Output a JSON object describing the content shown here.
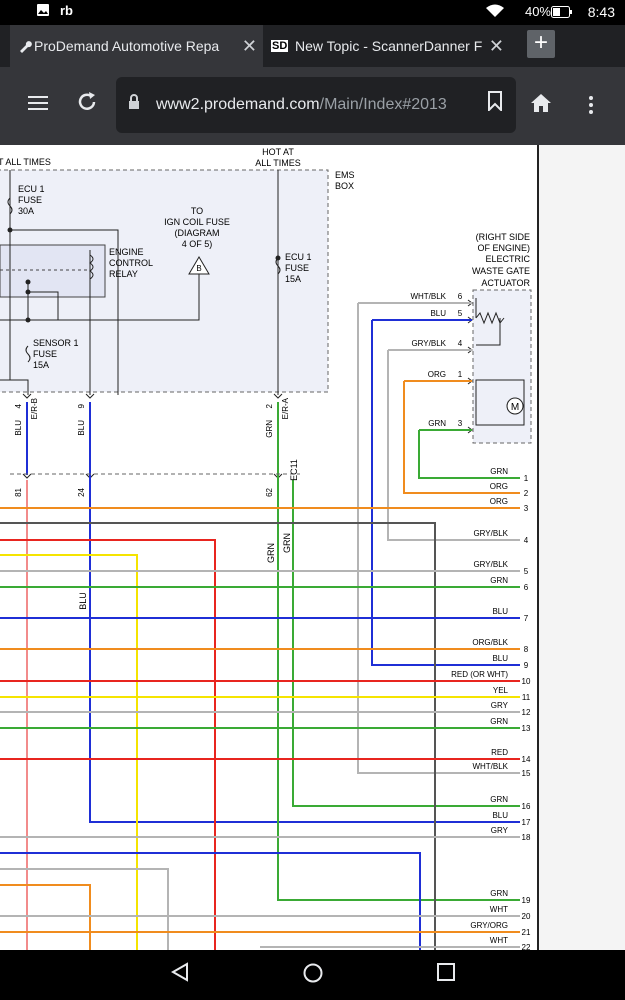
{
  "status_bar": {
    "battery": "40%",
    "time": "8:43",
    "icons": [
      "gallery-icon",
      "rb-app-icon",
      "wifi-icon",
      "battery-icon"
    ]
  },
  "tabs": [
    {
      "favicon": "wrench-icon",
      "title": "ProDemand Automotive Repa",
      "active": true
    },
    {
      "favicon": "sd-logo-icon",
      "title": "New Topic - ScannerDanner F",
      "active": false
    }
  ],
  "toolbar": {
    "url_host": "www2.prodemand.com",
    "url_path": "/Main/Index#2013"
  },
  "diagram": {
    "top_left_hot": "T ALL TIMES",
    "hot_at": "HOT AT",
    "all_times": "ALL TIMES",
    "ems_box": [
      "EMS",
      "BOX"
    ],
    "ecu1_fuse_30a": [
      "ECU 1",
      "FUSE",
      "30A"
    ],
    "ecu1_fuse_15a": [
      "ECU 1",
      "FUSE",
      "15A"
    ],
    "sensor1_fuse": [
      "SENSOR 1",
      "FUSE",
      "15A"
    ],
    "ecr": [
      "ENGINE",
      "CONTROL",
      "RELAY"
    ],
    "ign_coil": [
      "TO",
      "IGN COIL FUSE",
      "(DIAGRAM",
      "4 OF 5)"
    ],
    "ign_coil_ref": "B",
    "actuator_label": [
      "(RIGHT SIDE",
      "OF ENGINE)",
      "ELECTRIC",
      "WASTE GATE",
      "ACTUATOR"
    ],
    "actuator_pins": [
      {
        "wire": "WHT/BLK",
        "pin": "6"
      },
      {
        "wire": "BLU",
        "pin": "5"
      },
      {
        "wire": "GRY/BLK",
        "pin": "4"
      },
      {
        "wire": "ORG",
        "pin": "1"
      },
      {
        "wire": "GRN",
        "pin": "3"
      }
    ],
    "motor_label": "M",
    "ems_pins": [
      {
        "wire": "BLU",
        "code": "E/R-B",
        "pin": "4"
      },
      {
        "wire": "BLU",
        "code": "",
        "pin": "9"
      },
      {
        "wire": "GRN",
        "code": "E/R-A",
        "pin": "2"
      }
    ],
    "ecm_pins": [
      {
        "wire": "",
        "pin": "81"
      },
      {
        "wire": "",
        "pin": "24"
      },
      {
        "wire": "",
        "pin": "62"
      }
    ],
    "ec11": "EC11",
    "vertical_labels": {
      "grn1": "GRN",
      "grn2": "GRN",
      "blu": "BLU"
    },
    "right_rows": [
      {
        "num": "1",
        "label": "GRN"
      },
      {
        "num": "2",
        "label": "ORG"
      },
      {
        "num": "3",
        "label": "ORG"
      },
      {
        "num": "4",
        "label": "GRY/BLK"
      },
      {
        "num": "5",
        "label": "GRY/BLK"
      },
      {
        "num": "6",
        "label": "GRN"
      },
      {
        "num": "7",
        "label": "BLU"
      },
      {
        "num": "8",
        "label": "ORG/BLK"
      },
      {
        "num": "9",
        "label": "BLU"
      },
      {
        "num": "10",
        "label": "RED  (OR WHT)"
      },
      {
        "num": "11",
        "label": "YEL"
      },
      {
        "num": "12",
        "label": "GRY"
      },
      {
        "num": "13",
        "label": "GRN"
      },
      {
        "num": "14",
        "label": "RED"
      },
      {
        "num": "15",
        "label": "WHT/BLK"
      },
      {
        "num": "16",
        "label": "GRN"
      },
      {
        "num": "17",
        "label": "BLU"
      },
      {
        "num": "18",
        "label": "GRY"
      },
      {
        "num": "19",
        "label": "GRN"
      },
      {
        "num": "20",
        "label": "WHT"
      },
      {
        "num": "21",
        "label": "GRY/ORG"
      },
      {
        "num": "22",
        "label": "WHT"
      }
    ]
  },
  "colors": {
    "grn": "#3aaa35",
    "blu": "#1f2fd6",
    "org": "#f08c1e",
    "red": "#e8251f",
    "yel": "#f5e400",
    "gry": "#b4b4b4",
    "pnk": "#f28b8b",
    "dkgry": "#555555"
  },
  "nav": [
    "back-icon",
    "home-icon",
    "recents-icon"
  ]
}
